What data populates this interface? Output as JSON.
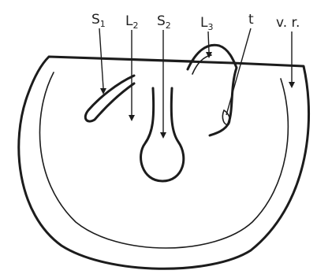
{
  "labels": {
    "s1": {
      "main": "S",
      "sub": "1"
    },
    "l2": {
      "main": "L",
      "sub": "2"
    },
    "s2": {
      "main": "S",
      "sub": "2"
    },
    "l3": {
      "main": "L",
      "sub": "3"
    },
    "t": {
      "main": "t"
    },
    "vr": {
      "main": "v. r."
    }
  },
  "colors": {
    "ink": "#1c1c1c",
    "background": "#ffffff"
  }
}
